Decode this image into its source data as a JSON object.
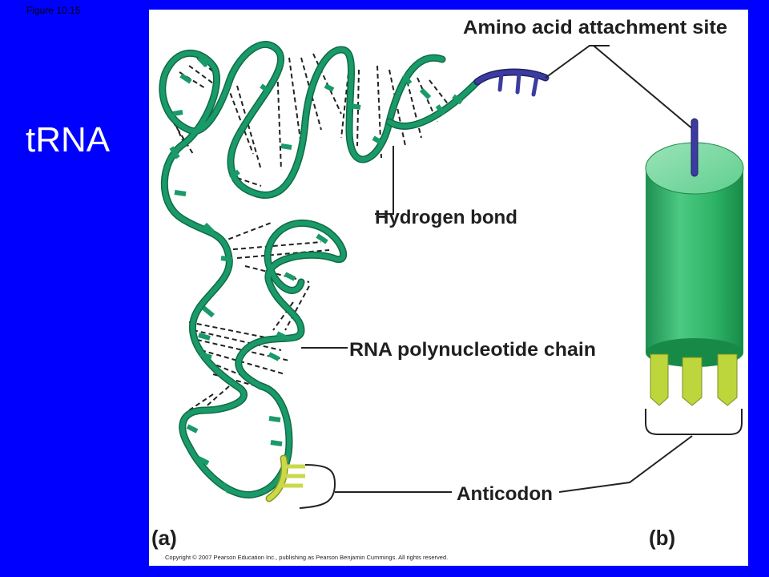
{
  "slide": {
    "figure_label": "Figure 10.15",
    "title": "tRNA"
  },
  "diagram": {
    "labels": {
      "amino_acid_site": "Amino acid attachment site",
      "hydrogen_bond": "Hydrogen bond",
      "rna_chain": "RNA polynucleotide chain",
      "anticodon": "Anticodon"
    },
    "panel_a": "(a)",
    "panel_b": "(b)",
    "copyright": "Copyright © 2007 Pearson Education Inc., publishing as Pearson Benjamin Cummings. All rights reserved."
  },
  "colors": {
    "background": "#0000ff",
    "strand": "#1a9a68",
    "amino_end": "#333399",
    "anticodon": "#c9d94a",
    "cylinder": "#2fb56a"
  }
}
